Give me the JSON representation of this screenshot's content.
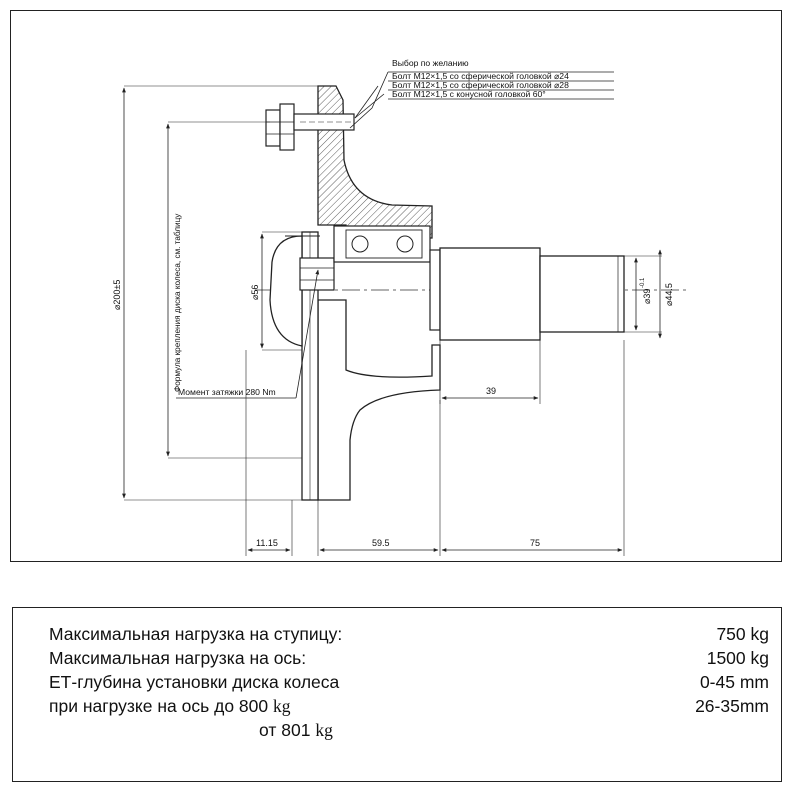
{
  "options": {
    "header": "Выбор по желанию",
    "items": [
      "Болт М12×1,5 со сферической головкой ⌀24",
      "Болт М12×1,5 со сферической головкой ⌀28",
      "Болт М12×1,5 с конусной головкой 60°"
    ]
  },
  "annotations": {
    "torque": "Момент затяжки 280 Nm",
    "bolt_pattern": "Формула крепления диска колеса, см. таблицу"
  },
  "dimensions": {
    "d200": "⌀200±5",
    "d56": "⌀56",
    "d39": "⌀39",
    "d39_tol": "-0.1",
    "d44_5": "⌀44.5",
    "l39": "39",
    "l11_15": "11.15",
    "l59_5": "59.5",
    "l75": "75"
  },
  "specs": {
    "max_hub_load_label": "Максимальная нагрузка на ступицу:",
    "max_hub_load_value": "750 kg",
    "max_axle_load_label": "Максимальная нагрузка на ось:",
    "max_axle_load_value": "1500 kg",
    "et_label": "ЕТ-глубина установки диска колеса",
    "et_value_1": "0-45 mm",
    "et_cond_1": "при нагрузке на ось до 800",
    "et_cond_1_unit": "kg",
    "et_value_2": "26-35mm",
    "et_cond_2": "от 801",
    "et_cond_2_unit": "kg"
  }
}
